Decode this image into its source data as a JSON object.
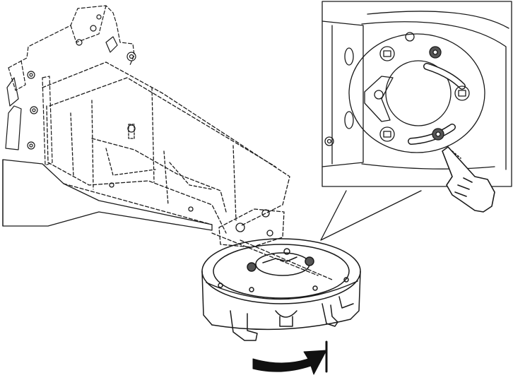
{
  "figure": {
    "kind": "technical installation illustration",
    "style": "black line art on white",
    "colors": {
      "line": "#1a1a1a",
      "background": "#ffffff",
      "screw_highlight": "#555555",
      "arrow_fill": "#111111"
    },
    "components": [
      "wall-mount-bracket",
      "mount-arm",
      "pendant-ring-base",
      "detail-callout",
      "rotation-arrow",
      "pointing-hand-icon"
    ],
    "detail_callout": {
      "highlighted_screws": 2,
      "visible_screw_holes": 3
    },
    "rotation_direction": "clockwise"
  }
}
